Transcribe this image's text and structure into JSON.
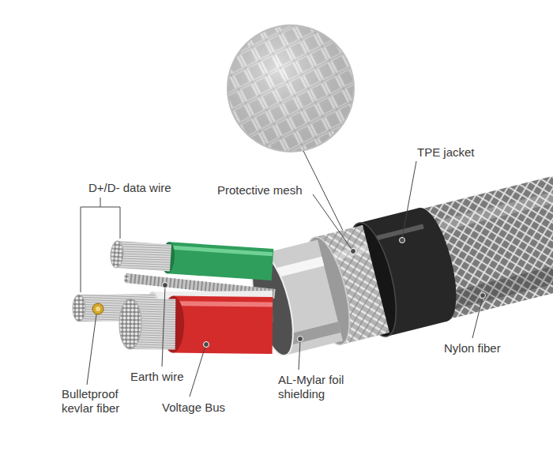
{
  "diagram": {
    "labels": [
      "D+/D- data wire",
      "Protective mesh",
      "TPE jacket",
      "Nylon fiber",
      "Earth wire",
      "AL-Mylar foil shielding",
      "Voltage Bus",
      "Bulletproof kevlar fiber"
    ]
  }
}
